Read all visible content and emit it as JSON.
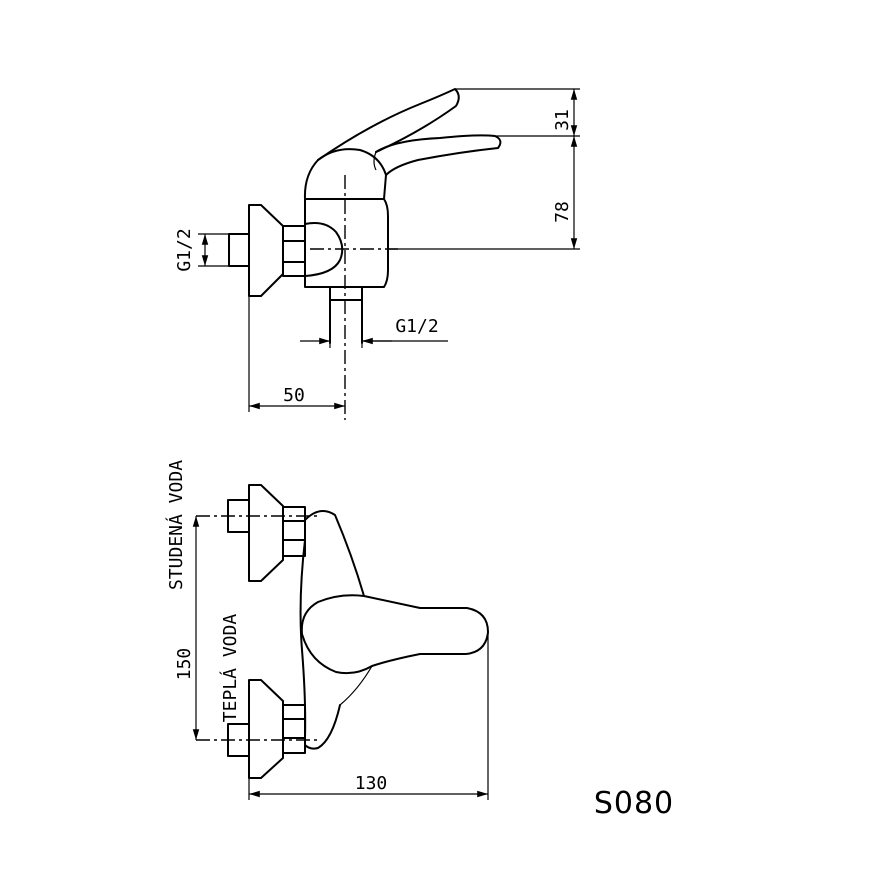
{
  "model": "S080",
  "side_view": {
    "inlet_thread": "G1/2",
    "outlet_thread": "G1/2",
    "offset": "50",
    "lever_height": "31",
    "body_height": "78"
  },
  "front_view": {
    "cold_label": "STUDENÁ VODA",
    "hot_label": "TEPLÁ VODA",
    "spacing": "150",
    "width": "130"
  }
}
